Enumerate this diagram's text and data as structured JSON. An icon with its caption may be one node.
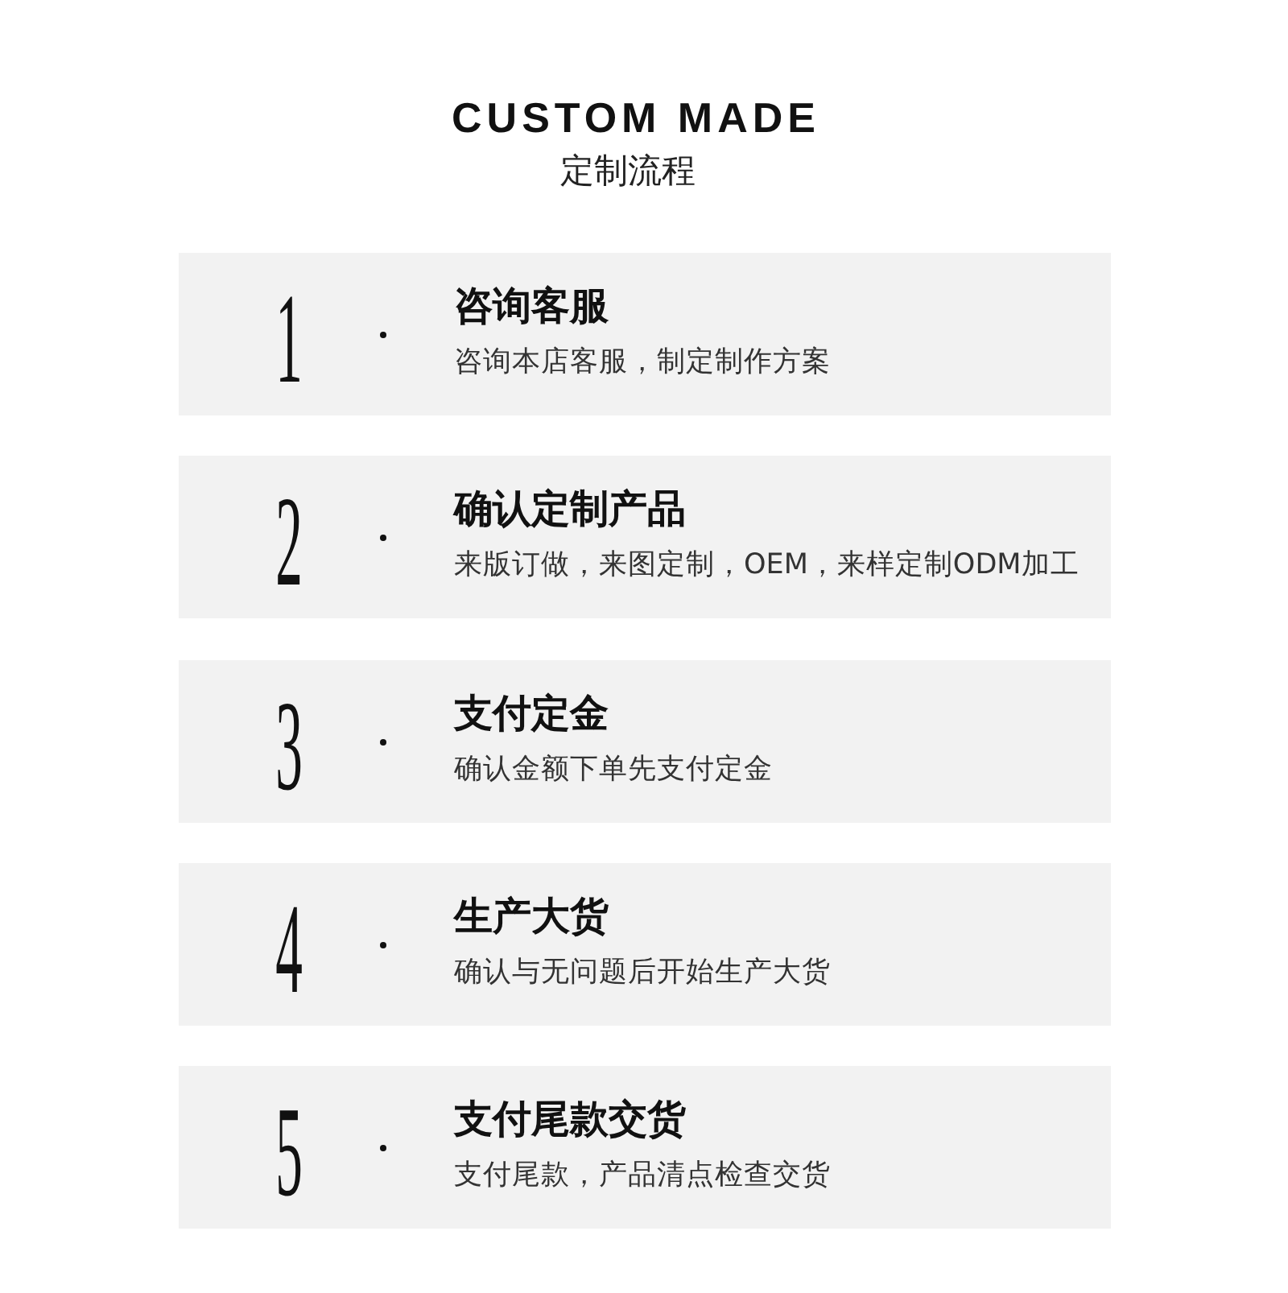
{
  "diagram": {
    "title": "CUSTOM MADE",
    "nodes": [
      {
        "text": [
          "1",
          "咨询客服",
          "咨询本店客服，制定制作方案"
        ]
      },
      {
        "text": [
          "2",
          "确认定制产品",
          "来版订做，来图定制，OEM，来样定制ODM加工"
        ]
      },
      {
        "text": [
          "3",
          "支付定金",
          "确认金额下单先支付定金"
        ]
      },
      {
        "text": [
          "4",
          "生产大货",
          "确认与无问题后开始生产大货"
        ]
      },
      {
        "text": [
          "5",
          "支付尾款交货",
          "支付尾款，产品清点检查交货"
        ]
      }
    ],
    "labels": [
      "定制流程"
    ]
  }
}
